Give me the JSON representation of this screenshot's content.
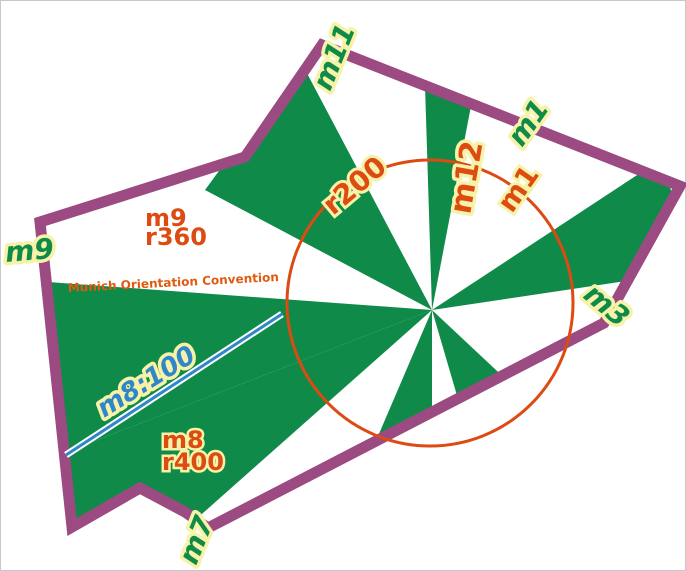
{
  "colors": {
    "wedge": "#0f8a49",
    "boundary": "#9b4a82",
    "circle": "#dd4a12",
    "scale_line": "#2f86c9",
    "label_highlight": "#f6f2a8"
  },
  "labels": {
    "m11": "m11",
    "m1_outer": "m1",
    "m1_inner": "m1",
    "m12": "m12",
    "r200": "r200",
    "m9_edge": "m9",
    "m9_sector": "m9",
    "r360": "r360",
    "convention": "Munich Orientation Convention",
    "m3": "m3",
    "scale": "m8:100",
    "m8_sector": "m8",
    "r400": "r400",
    "m7": "m7"
  }
}
